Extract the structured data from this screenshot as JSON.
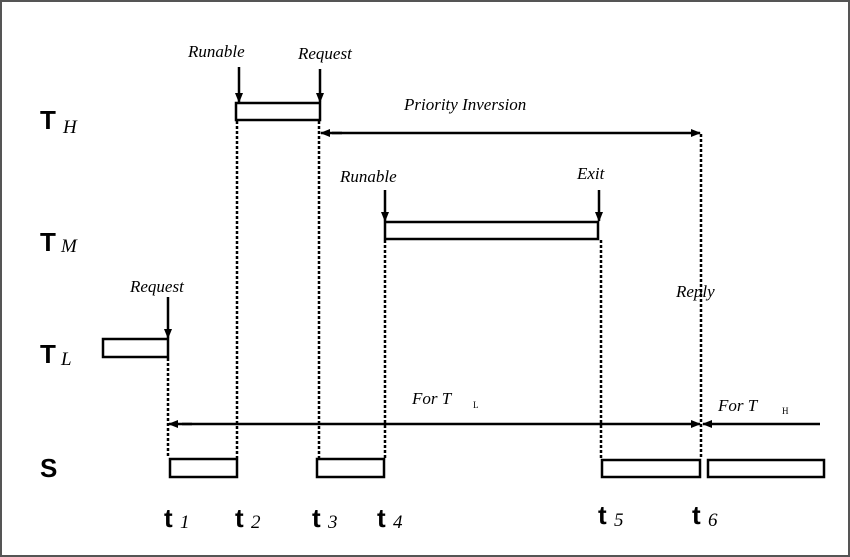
{
  "rows": {
    "th": {
      "main": "T",
      "sub": "H"
    },
    "tm": {
      "main": "T",
      "sub": "M"
    },
    "tl": {
      "main": "T",
      "sub": "L"
    },
    "s": {
      "main": "S"
    }
  },
  "events": {
    "th_runable": "Runable",
    "th_request": "Request",
    "tm_runable": "Runable",
    "tm_exit": "Exit",
    "tl_request": "Request",
    "reply": "Reply"
  },
  "spans": {
    "priority_inversion": "Priority Inversion",
    "for_tl": {
      "text": "For T",
      "sub": "L"
    },
    "for_th": {
      "text": "For T",
      "sub": "H"
    }
  },
  "times": [
    {
      "main": "t",
      "sub": "1"
    },
    {
      "main": "t",
      "sub": "2"
    },
    {
      "main": "t",
      "sub": "3"
    },
    {
      "main": "t",
      "sub": "4"
    },
    {
      "main": "t",
      "sub": "5"
    },
    {
      "main": "t",
      "sub": "6"
    }
  ]
}
